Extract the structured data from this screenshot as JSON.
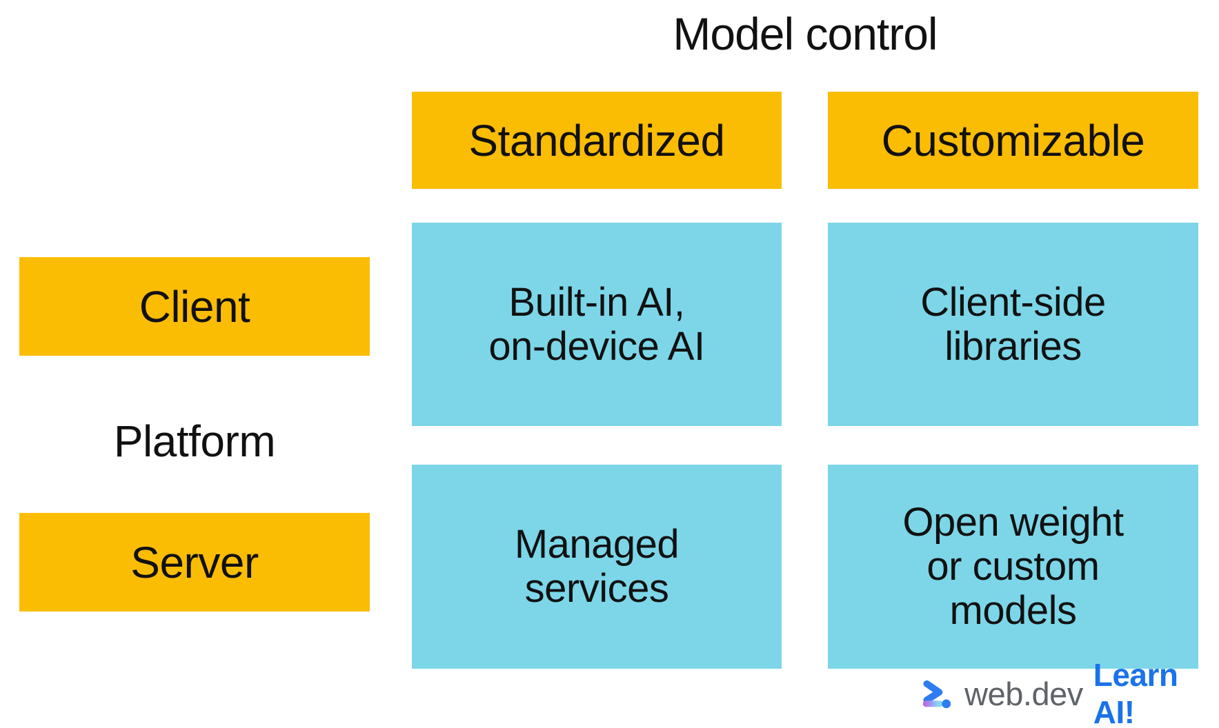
{
  "title": "Model control",
  "matrix": {
    "row_axis_label": "Platform",
    "columns": [
      {
        "id": "standardized",
        "label": "Standardized"
      },
      {
        "id": "customizable",
        "label": "Customizable"
      }
    ],
    "rows": [
      {
        "id": "client",
        "label": "Client"
      },
      {
        "id": "server",
        "label": "Server"
      }
    ],
    "cells": [
      {
        "row": "Client",
        "column": "Standardized",
        "text": "Built-in AI,\non-device AI"
      },
      {
        "row": "Client",
        "column": "Customizable",
        "text": "Client-side\nlibraries"
      },
      {
        "row": "Server",
        "column": "Standardized",
        "text": "Managed\nservices"
      },
      {
        "row": "Server",
        "column": "Customizable",
        "text": "Open weight\nor custom\nmodels"
      }
    ]
  },
  "footer": {
    "logo_icon": "web-dev-logo",
    "brand": "web.dev",
    "campaign": "Learn AI!"
  },
  "colors": {
    "header_yellow": "#FBBC04",
    "cell_cyan": "#7CD6E8",
    "text_black": "#111111",
    "brand_gray": "#5F6368",
    "campaign_blue": "#1A73E8",
    "logo_blue": "#2E7CF0",
    "logo_purple": "#C35CE8",
    "logo_light_blue": "#86D6F5",
    "background": "#FFFFFF"
  }
}
